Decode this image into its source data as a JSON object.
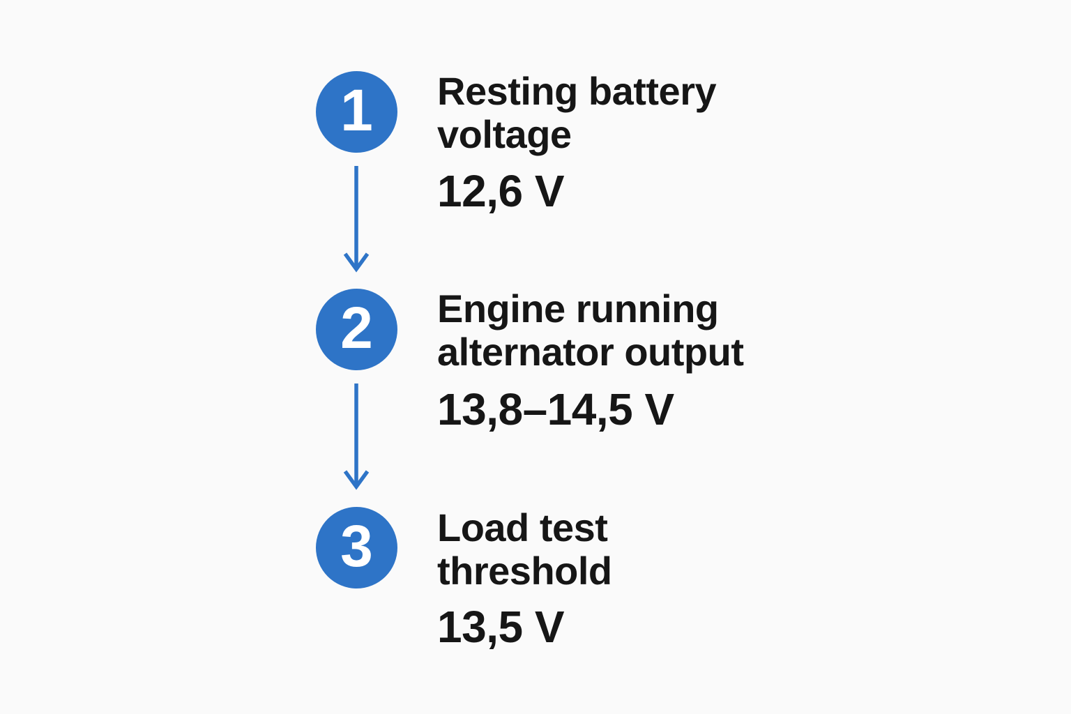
{
  "theme": {
    "accent": "#2e74c7",
    "text": "#161616",
    "background": "#fafafa",
    "badge_text": "#ffffff"
  },
  "diagram": {
    "steps": [
      {
        "number": "1",
        "title": "Resting battery\nvoltage",
        "value": "12,6 V"
      },
      {
        "number": "2",
        "title": "Engine running\nalternator output",
        "value": "13,8–14,5 V"
      },
      {
        "number": "3",
        "title": "Load test\nthreshold",
        "value": "13,5 V"
      }
    ]
  }
}
